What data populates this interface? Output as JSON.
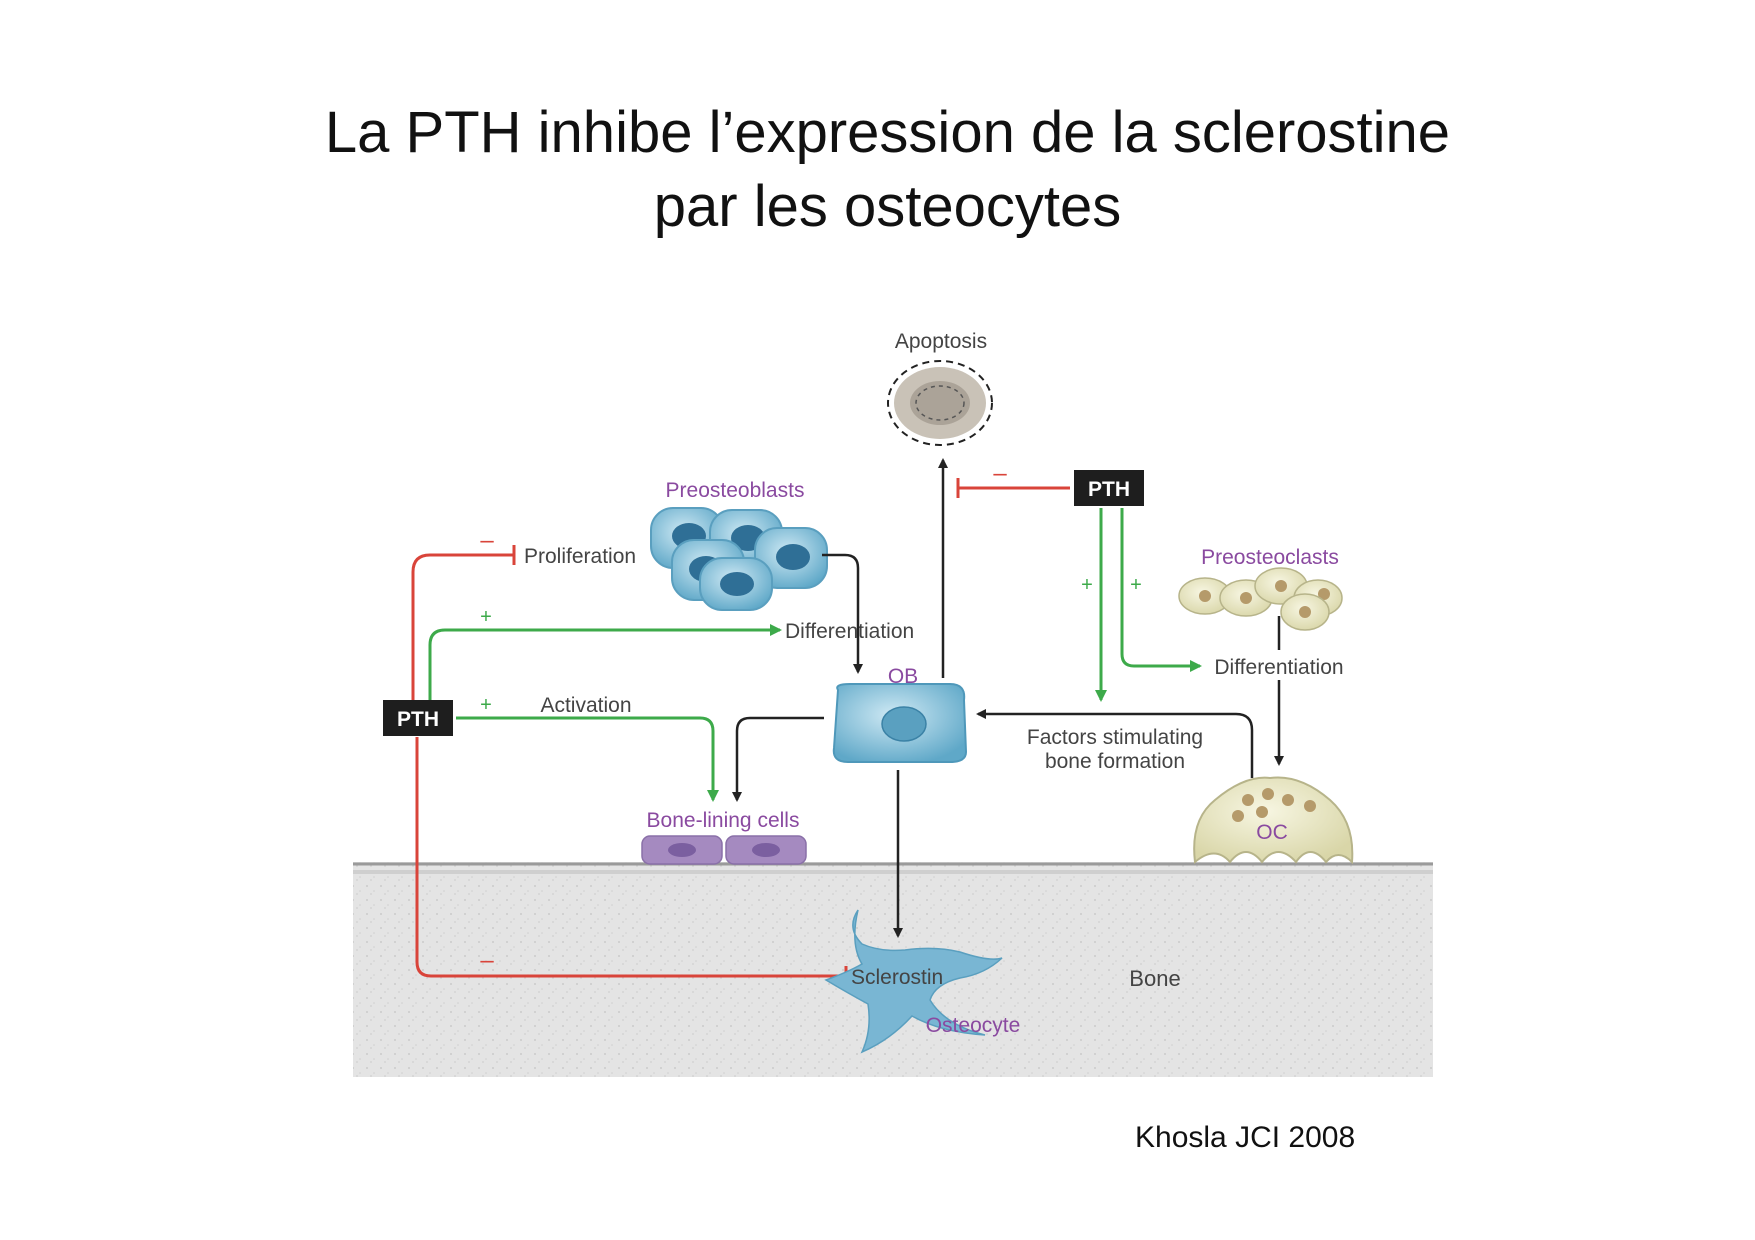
{
  "slide": {
    "title_line1": "La PTH inhibe l’expression de la sclerostine",
    "title_line2": "par les osteocytes",
    "citation": "Khosla JCI 2008"
  },
  "diagram": {
    "apoptosis": "Apoptosis",
    "preosteoblasts": "Preosteoblasts",
    "proliferation": "Proliferation",
    "differentiation_ob": "Differentiation",
    "ob": "OB",
    "pth_left": "PTH",
    "pth_top": "PTH",
    "activation": "Activation",
    "bone_lining_cells": "Bone-lining cells",
    "preosteoclasts": "Preosteoclasts",
    "differentiation_oc": "Differentiation",
    "factors_line1": "Factors stimulating",
    "factors_line2": "bone formation",
    "oc": "OC",
    "sclerostin": "Sclerostin",
    "osteocyte": "Osteocyte",
    "bone": "Bone",
    "sign_minus": "–",
    "sign_plus": "+"
  },
  "colors": {
    "inhibit_red": "#d9443a",
    "stimulate_green": "#3daa4a",
    "arrow_black": "#222222",
    "label_purple": "#8a4aa0",
    "osteoblast_blue": "#6fb3cf",
    "lining_purple": "#a58ac0",
    "osteoclast_cream": "#e6e3b8",
    "bone_grey": "#e3e3e3"
  }
}
